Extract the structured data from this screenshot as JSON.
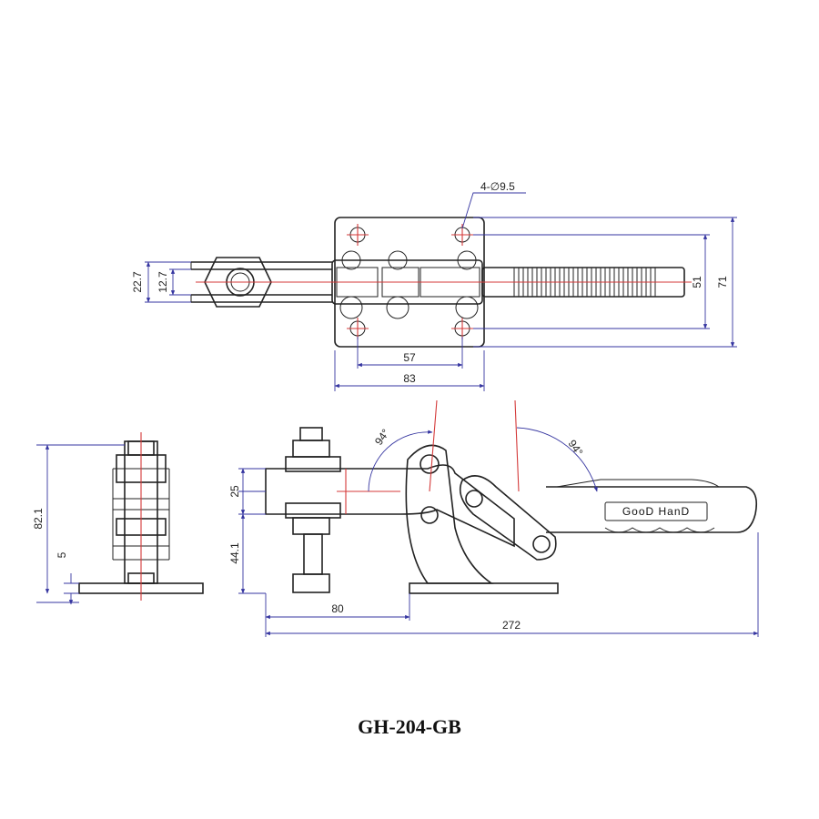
{
  "model": "GH-204-GB",
  "brand": "GooD HanD",
  "dimensions": {
    "holes": "4-∅9.5",
    "d22_7": "22.7",
    "d12_7": "12.7",
    "d51": "51",
    "d71": "71",
    "d57": "57",
    "d83": "83",
    "d82_1": "82.1",
    "d5": "5",
    "d25": "25",
    "d44_1": "44.1",
    "d80": "80",
    "d272": "272",
    "angle_left": "94°",
    "angle_right": "94°"
  }
}
